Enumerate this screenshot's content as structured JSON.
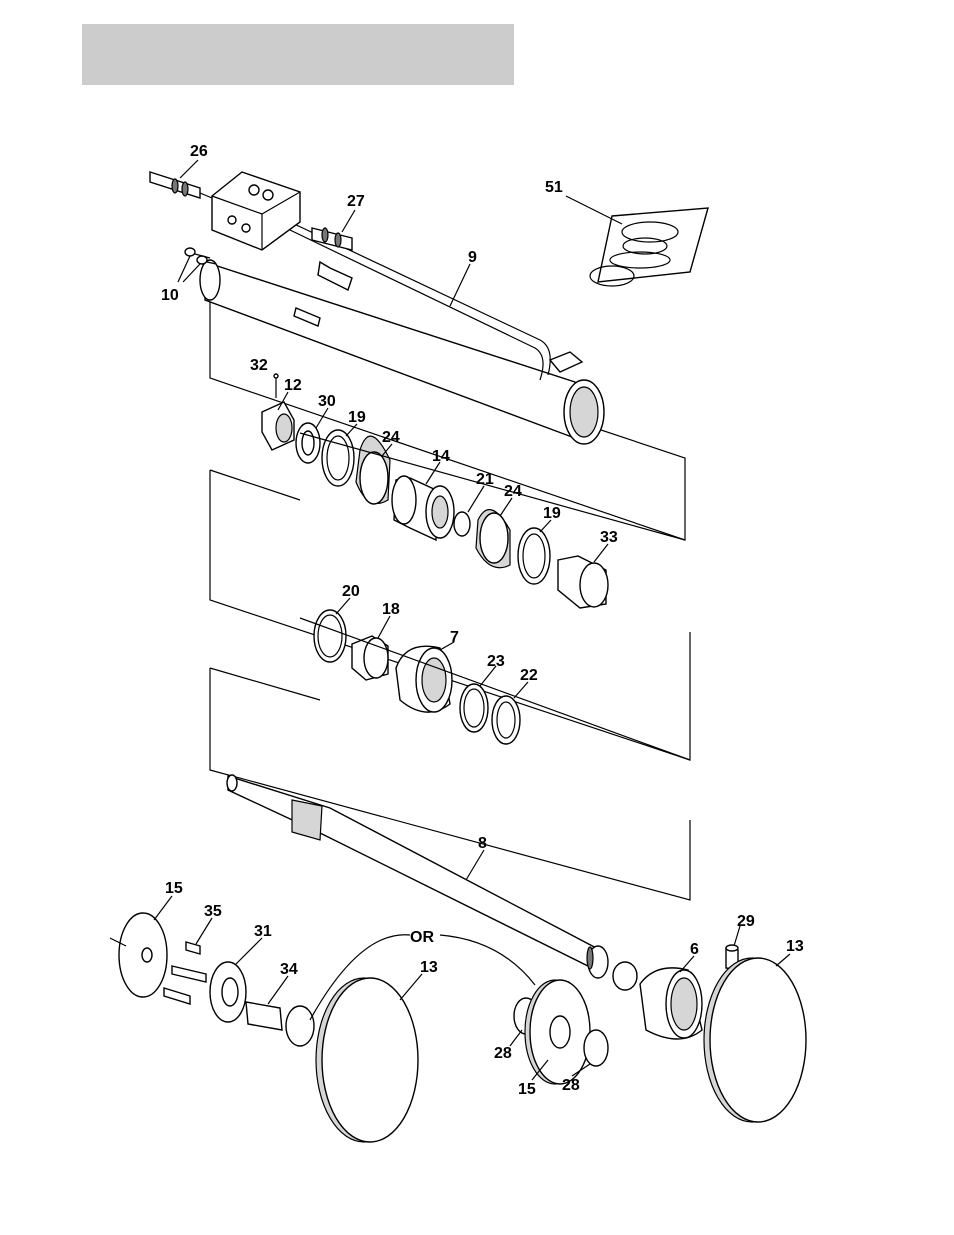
{
  "header": {
    "title": ""
  },
  "diagram": {
    "callouts": [
      {
        "id": "c26",
        "text": "26"
      },
      {
        "id": "c27",
        "text": "27"
      },
      {
        "id": "c51",
        "text": "51"
      },
      {
        "id": "c9",
        "text": "9"
      },
      {
        "id": "c10",
        "text": "10"
      },
      {
        "id": "c32",
        "text": "32"
      },
      {
        "id": "c12",
        "text": "12"
      },
      {
        "id": "c30",
        "text": "30"
      },
      {
        "id": "c19a",
        "text": "19"
      },
      {
        "id": "c24a",
        "text": "24"
      },
      {
        "id": "c14",
        "text": "14"
      },
      {
        "id": "c21",
        "text": "21"
      },
      {
        "id": "c24b",
        "text": "24"
      },
      {
        "id": "c19b",
        "text": "19"
      },
      {
        "id": "c33",
        "text": "33"
      },
      {
        "id": "c20",
        "text": "20"
      },
      {
        "id": "c18",
        "text": "18"
      },
      {
        "id": "c7",
        "text": "7"
      },
      {
        "id": "c23",
        "text": "23"
      },
      {
        "id": "c22",
        "text": "22"
      },
      {
        "id": "c8",
        "text": "8"
      },
      {
        "id": "c15a",
        "text": "15"
      },
      {
        "id": "c35",
        "text": "35"
      },
      {
        "id": "c31",
        "text": "31"
      },
      {
        "id": "c34",
        "text": "34"
      },
      {
        "id": "cOR",
        "text": "OR"
      },
      {
        "id": "c13a",
        "text": "13"
      },
      {
        "id": "c29",
        "text": "29"
      },
      {
        "id": "c6",
        "text": "6"
      },
      {
        "id": "c13b",
        "text": "13"
      },
      {
        "id": "c28a",
        "text": "28"
      },
      {
        "id": "c15b",
        "text": "15"
      },
      {
        "id": "c28b",
        "text": "28"
      }
    ]
  }
}
